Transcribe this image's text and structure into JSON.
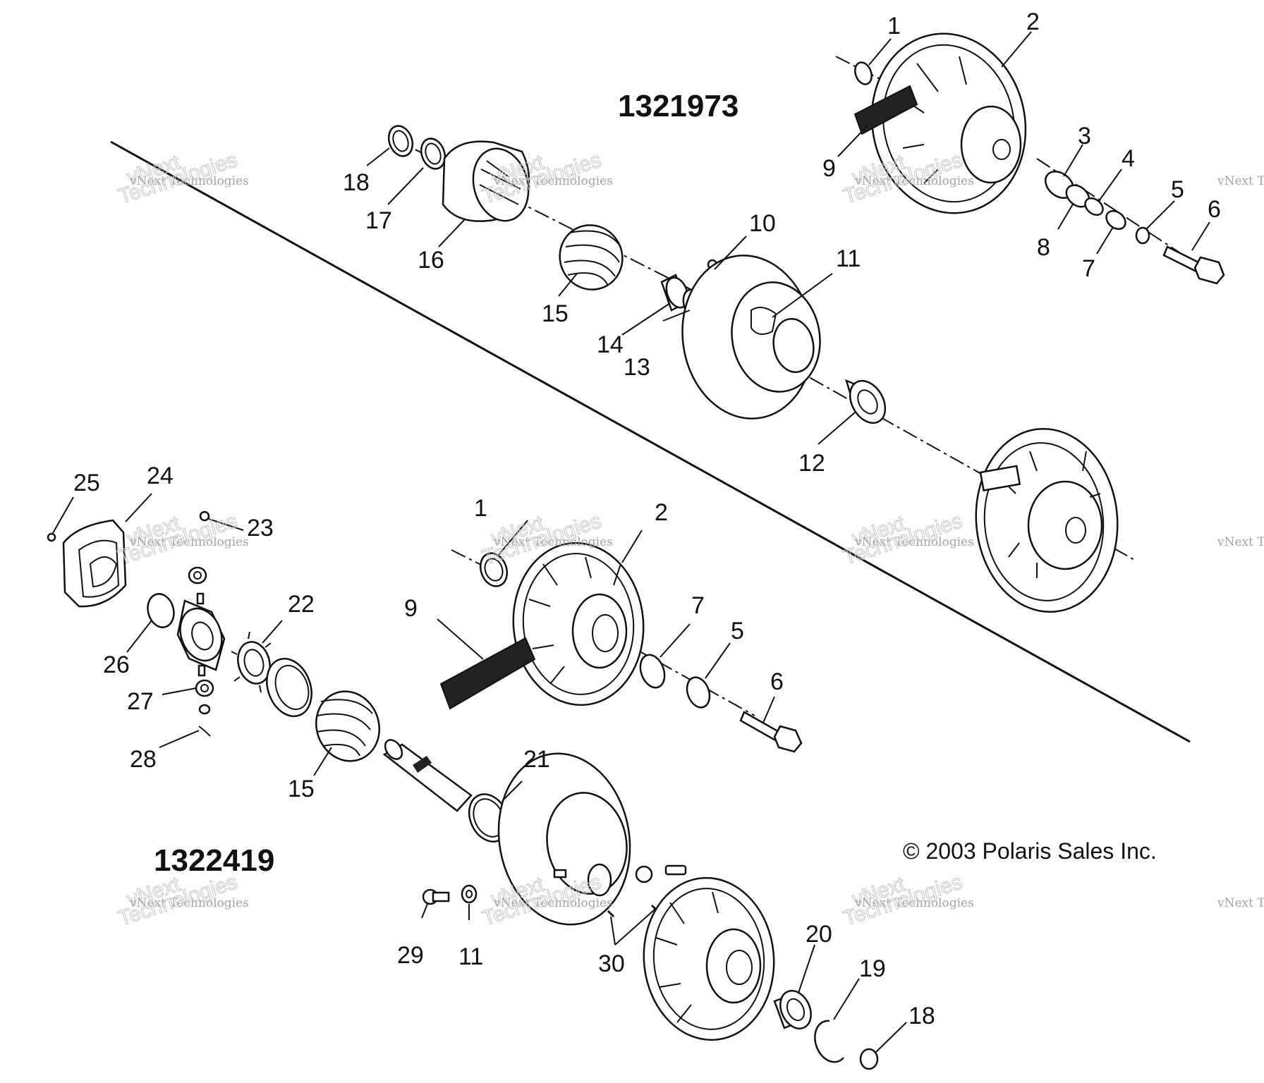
{
  "assemblies": {
    "upper": "1321973",
    "lower": "1322419"
  },
  "copyright": "© 2003 Polaris Sales Inc.",
  "watermark": {
    "brand": "vNext",
    "line1": "vNext Technologies",
    "line2": "Technologies"
  },
  "callouts": {
    "u1": "1",
    "u2": "2",
    "u3": "3",
    "u4": "4",
    "u5": "5",
    "u6": "6",
    "u7": "7",
    "u8": "8",
    "u9": "9",
    "u10": "10",
    "u11": "11",
    "u12": "12",
    "u13": "13",
    "u14": "14",
    "u15": "15",
    "u16": "16",
    "u17": "17",
    "u18": "18",
    "l1": "1",
    "l2": "2",
    "l5": "5",
    "l6": "6",
    "l7": "7",
    "l9": "9",
    "l11": "11",
    "l15": "15",
    "l18": "18",
    "l19": "19",
    "l20": "20",
    "l21": "21",
    "l22": "22",
    "l23": "23",
    "l24": "24",
    "l25": "25",
    "l26": "26",
    "l27": "27",
    "l28": "28",
    "l29": "29",
    "l30": "30"
  }
}
